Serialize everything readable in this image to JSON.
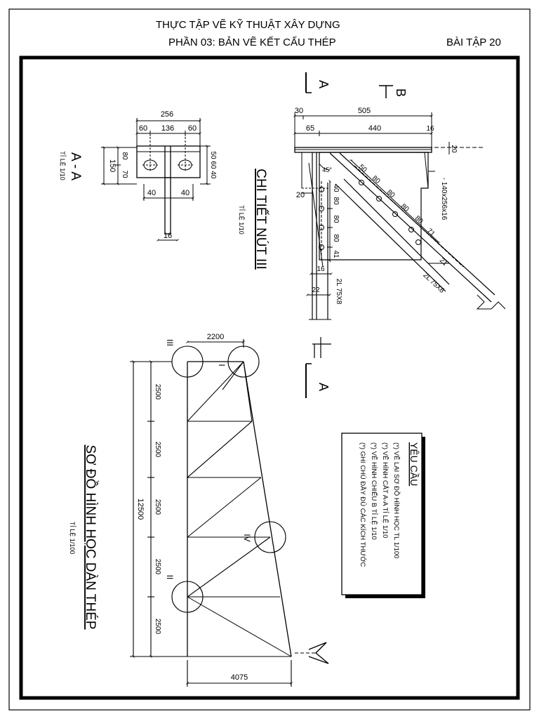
{
  "header": {
    "title": "THỰC TẬP VẼ KỸ THUẬT XÂY DỰNG",
    "subtitle": "PHẦN 03: BẢN VẼ KẾT CẤU THÉP",
    "exercise": "BÀI TẬP 20"
  },
  "section_aa": {
    "title": "A - A",
    "scale": "TỈ LỆ 1/10",
    "dims": {
      "total": "256",
      "left": "60",
      "mid": "136",
      "right": "60",
      "height": "150",
      "h_top": "80",
      "h_bot": "70",
      "right_stack": "50 60 40",
      "bolt_left": "40",
      "bolt_right": "40",
      "web": "16"
    }
  },
  "node_detail": {
    "title": "CHI TIẾT NÚT III",
    "scale": "TỈ LỆ 1/10",
    "section_mark_a": "A",
    "section_mark_b": "B",
    "dims": {
      "d30": "30",
      "d505": "505",
      "d65": "65",
      "d440": "440",
      "d16": "16",
      "d20": "20",
      "angle": "45°",
      "plate": "- 140x256x16",
      "d20b": "20",
      "v40": "40",
      "v80a": "80",
      "v80b": "80",
      "v80c": "80",
      "v41": "41",
      "d16b": "16",
      "d22": "22",
      "d50": "50",
      "d80a": "80",
      "d80b": "80",
      "d80c": "80",
      "d80d": "80",
      "d71": "71",
      "d21": "21"
    },
    "members": {
      "vertical": "2L 75X8",
      "diagonal": "2L 75X8"
    }
  },
  "truss_diagram": {
    "title": "SƠ ĐỒ HÌNH HỌC DÀN THÉP",
    "scale": "TỈ LỆ 1/100",
    "top_dim": "2200",
    "total_height": "12500",
    "panels": [
      "2500",
      "2500",
      "2500",
      "2500",
      "2500"
    ],
    "bottom_dim": "4075",
    "nodes": {
      "n1": "I",
      "n2": "II",
      "n3": "III",
      "n4": "IV"
    }
  },
  "requirements": {
    "title": "YÊU CẦU",
    "items": [
      "(*) VẼ LẠI SƠ ĐỒ HÌNH HỌC TL 1/100",
      "(*) VẼ HÌNH CẮT A-A TỈ LỆ 1/10",
      "(*) VẼ HÌNH CHIẾU B TỈ LỆ 1/10",
      "(*) GHI CHÚ ĐẦY ĐỦ CÁC KÍCH THƯỚC"
    ]
  }
}
